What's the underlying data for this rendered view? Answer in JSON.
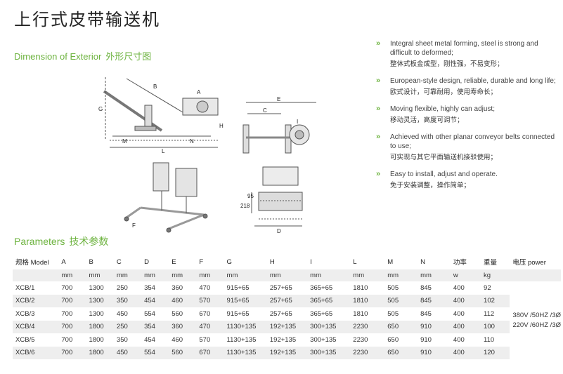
{
  "page": {
    "title": "上行式皮带输送机"
  },
  "dimension_section": {
    "label_en": "Dimension of Exterior",
    "label_cn": "外形尺寸图",
    "drawing_labels": {
      "side": [
        "A",
        "B",
        "G",
        "H",
        "M",
        "L",
        "N"
      ],
      "end": [
        "E",
        "C",
        "I"
      ],
      "cross": [
        "218",
        "95",
        "D"
      ],
      "base": [
        "F"
      ]
    }
  },
  "features": [
    {
      "en": "Integral sheet metal forming, steel is strong and difficult to deformed;",
      "cn": "整体式板金成型，刚性强，不易变形；"
    },
    {
      "en": "European-style design, reliable, durable and long life;",
      "cn": "欧式设计，可靠耐用，使用寿命长；"
    },
    {
      "en": "Moving flexible, highly can adjust;",
      "cn": "移动灵活，高度可调节；"
    },
    {
      "en": "Achieved with other planar conveyor belts connected to use;",
      "cn": "可实现与其它平面输送机接驳使用；"
    },
    {
      "en": "Easy to install, adjust and operate.",
      "cn": "免于安装调整，操作简单；"
    }
  ],
  "parameters": {
    "label_en": "Parameters",
    "label_cn": "技术参数",
    "headers": [
      "规格 Model",
      "A",
      "B",
      "C",
      "D",
      "E",
      "F",
      "G",
      "H",
      "I",
      "L",
      "M",
      "N",
      "功率",
      "重量",
      "电压 power"
    ],
    "units": [
      "",
      "mm",
      "mm",
      "mm",
      "mm",
      "mm",
      "mm",
      "mm",
      "mm",
      "mm",
      "mm",
      "mm",
      "mm",
      "w",
      "kg"
    ],
    "rows": [
      [
        "XCB/1",
        "700",
        "1300",
        "250",
        "354",
        "360",
        "470",
        "915+65",
        "257+65",
        "365+65",
        "1810",
        "505",
        "845",
        "400",
        "92"
      ],
      [
        "XCB/2",
        "700",
        "1300",
        "350",
        "454",
        "460",
        "570",
        "915+65",
        "257+65",
        "365+65",
        "1810",
        "505",
        "845",
        "400",
        "102"
      ],
      [
        "XCB/3",
        "700",
        "1300",
        "450",
        "554",
        "560",
        "670",
        "915+65",
        "257+65",
        "365+65",
        "1810",
        "505",
        "845",
        "400",
        "112"
      ],
      [
        "XCB/4",
        "700",
        "1800",
        "250",
        "354",
        "360",
        "470",
        "1130+135",
        "192+135",
        "300+135",
        "2230",
        "650",
        "910",
        "400",
        "100"
      ],
      [
        "XCB/5",
        "700",
        "1800",
        "350",
        "454",
        "460",
        "570",
        "1130+135",
        "192+135",
        "300+135",
        "2230",
        "650",
        "910",
        "400",
        "110"
      ],
      [
        "XCB/6",
        "700",
        "1800",
        "450",
        "554",
        "560",
        "670",
        "1130+135",
        "192+135",
        "300+135",
        "2230",
        "650",
        "910",
        "400",
        "120"
      ]
    ],
    "power": [
      "380V /50HZ /3Ø",
      "220V /60HZ /3Ø"
    ]
  },
  "colors": {
    "accent": "#6db33f",
    "row_shade": "#eeeeee"
  }
}
